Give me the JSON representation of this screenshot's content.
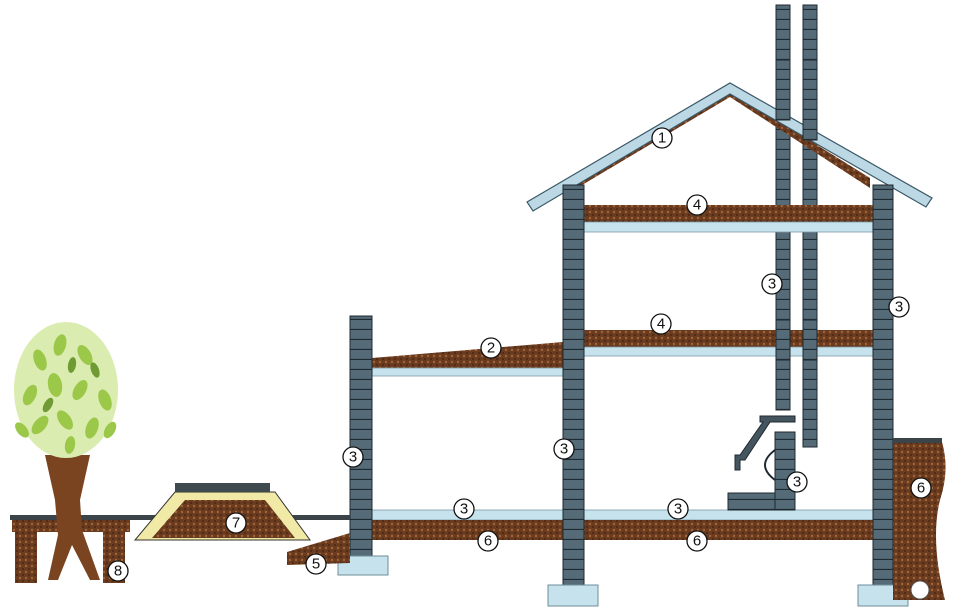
{
  "diagram": {
    "colors": {
      "brick": "#566b78",
      "brick_line": "#1e2a31",
      "insulation_blue": "#c6e2ec",
      "soil_brown": "#6a3b1f",
      "roof_blue": "#bcd8e5",
      "sand_yellow": "#f1e9a6",
      "leaf_green": "#9cc84a",
      "trunk": "#7a4421"
    },
    "labels": {
      "roof": "1",
      "attic_floor": "4",
      "second_floor": "4",
      "annex_roof": "2",
      "chimney": "3",
      "right_wall": "3",
      "annex_wall": "3",
      "middle_wall": "3",
      "stairs": "3",
      "floor_left": "3",
      "floor_right": "3",
      "right_backfill": "6",
      "under_floor_left": "6",
      "under_floor_right": "6",
      "path": "7",
      "blind_area": "5",
      "tree_bed": "8"
    }
  }
}
